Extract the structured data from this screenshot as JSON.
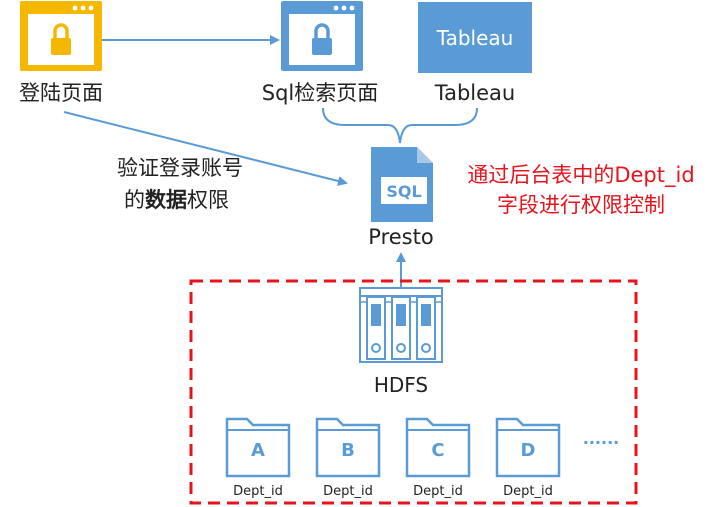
{
  "nodes": {
    "login_page": {
      "label": "登陆页面"
    },
    "sql_page": {
      "label": "Sql检索页面"
    },
    "tableau": {
      "label": "Tableau",
      "icon_text": "Tableau"
    },
    "presto": {
      "label": "Presto",
      "icon_text": "SQL"
    },
    "hdfs": {
      "label": "HDFS"
    }
  },
  "annotation": {
    "line1": "验证登录账号",
    "line2_prefix": "的",
    "line2_bold": "数据",
    "line2_suffix": "权限"
  },
  "note": {
    "line1": "通过后台表中的Dept_id",
    "line2": "字段进行权限控制"
  },
  "folders": [
    {
      "letter": "A",
      "caption": "Dept_id"
    },
    {
      "letter": "B",
      "caption": "Dept_id"
    },
    {
      "letter": "C",
      "caption": "Dept_id"
    },
    {
      "letter": "D",
      "caption": "Dept_id"
    }
  ],
  "ellipsis": "······",
  "colors": {
    "yellow": "#f5b800",
    "blue": "#5b9bd5",
    "red": "#e8141c",
    "text": "#222222"
  },
  "icons": {
    "login_page": "locked-window-icon",
    "sql_page": "locked-window-icon",
    "presto": "sql-file-icon",
    "hdfs": "server-rack-icon",
    "folders": "folder-icon"
  }
}
